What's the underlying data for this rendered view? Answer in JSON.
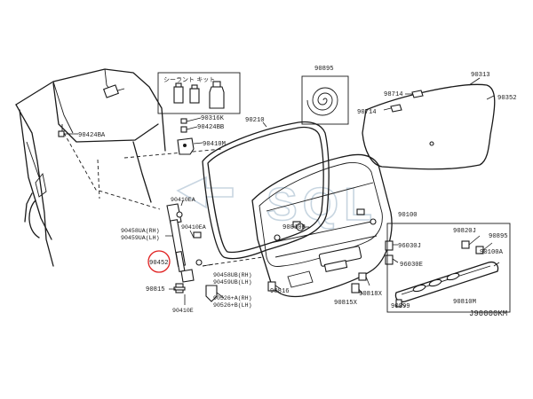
{
  "diagram": {
    "sealant_kit_label": "シーラント キット",
    "watermark": "SQL",
    "diagram_code": "J90000KM",
    "highlight": {
      "color": "#e02020",
      "part": "90452"
    },
    "parts": {
      "p90895": "90895",
      "p90313": "90313",
      "p90352": "90352",
      "p98714": "98714",
      "p90714": "90714",
      "p90316k": "90316K",
      "p90424bb": "90424BB",
      "p90424ba": "90424BA",
      "p90410m": "90410M",
      "p90210": "90210",
      "p90410ea_a": "90410EA",
      "p90458ua": "90458UA(RH)",
      "p90459ua": "90459UA(LH)",
      "p90410ea_b": "90410EA",
      "p90452": "90452",
      "p90458ub": "90458UB(RH)",
      "p90459ub": "90459UB(LH)",
      "p90815": "90815",
      "p90410e": "90410E",
      "p90526a": "90526+A(RH)",
      "p90526b": "90526+B(LH)",
      "p90816": "90816",
      "p90810b": "90810B",
      "p90100": "90100",
      "p96030j": "96030J",
      "p96030e": "96030E",
      "p90820j": "90820J",
      "p90895r": "90895",
      "p90100a": "90100A",
      "p90815x": "90815X",
      "p90818x": "90818X",
      "p90899": "90899",
      "p90810m": "90810M"
    }
  }
}
